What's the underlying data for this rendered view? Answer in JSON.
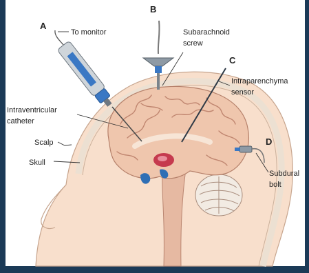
{
  "labels": {
    "letter_a": "A",
    "letter_b": "B",
    "letter_c": "C",
    "letter_d": "D",
    "to_monitor": "To monitor",
    "subarachnoid_line1": "Subarachnoid",
    "subarachnoid_line2": "screw",
    "intraparenchymal_line1": "Intraparenchyma",
    "intraparenchymal_line2": "sensor",
    "intraventricular_line1": "Intraventricular",
    "intraventricular_line2": "catheter",
    "scalp": "Scalp",
    "skull": "Skull",
    "subdural_line1": "Subdural",
    "subdural_line2": "bolt"
  },
  "colors": {
    "frame": "#1b3a57",
    "panel": "#ffffff",
    "scalp": "#f8dfcc",
    "skull": "#f1e6da",
    "brain": "#efc6ad",
    "gyri": "#c08670",
    "ventricle": "#c53a4e",
    "csf": "#2f6fb5",
    "device_blue": "#3a78c4",
    "device_grey": "#9aa3ab"
  }
}
